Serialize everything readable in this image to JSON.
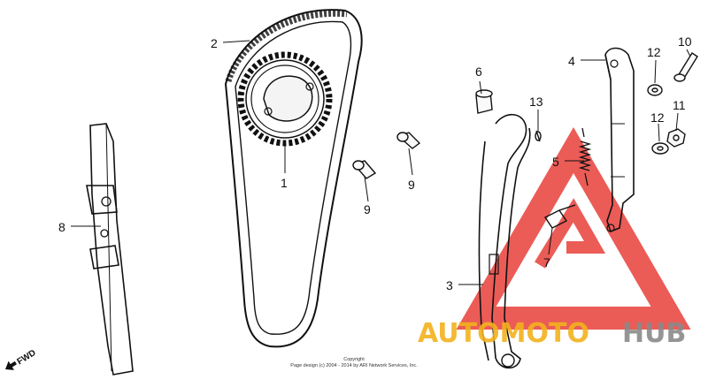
{
  "diagram": {
    "callouts": [
      {
        "id": "c1",
        "label": "1"
      },
      {
        "id": "c2",
        "label": "2"
      },
      {
        "id": "c3",
        "label": "3"
      },
      {
        "id": "c4",
        "label": "4"
      },
      {
        "id": "c5",
        "label": "5"
      },
      {
        "id": "c6",
        "label": "6"
      },
      {
        "id": "c7",
        "label": "7"
      },
      {
        "id": "c8",
        "label": "8"
      },
      {
        "id": "c9a",
        "label": "9"
      },
      {
        "id": "c9b",
        "label": "9"
      },
      {
        "id": "c10",
        "label": "10"
      },
      {
        "id": "c11",
        "label": "11"
      },
      {
        "id": "c12a",
        "label": "12"
      },
      {
        "id": "c12b",
        "label": "12"
      },
      {
        "id": "c13",
        "label": "13"
      }
    ],
    "direction_label": "FWD",
    "copyright_line1": "Copyright",
    "copyright_line2": "Page design (c) 2004 - 2014 by ARI Network Services, Inc.",
    "watermark": {
      "brand_left": "AUTOMOTO",
      "brand_right": "HUB",
      "color_left": "#f2b21e",
      "color_right": "#8a8a8a",
      "logo_color": "#e8403a"
    }
  }
}
